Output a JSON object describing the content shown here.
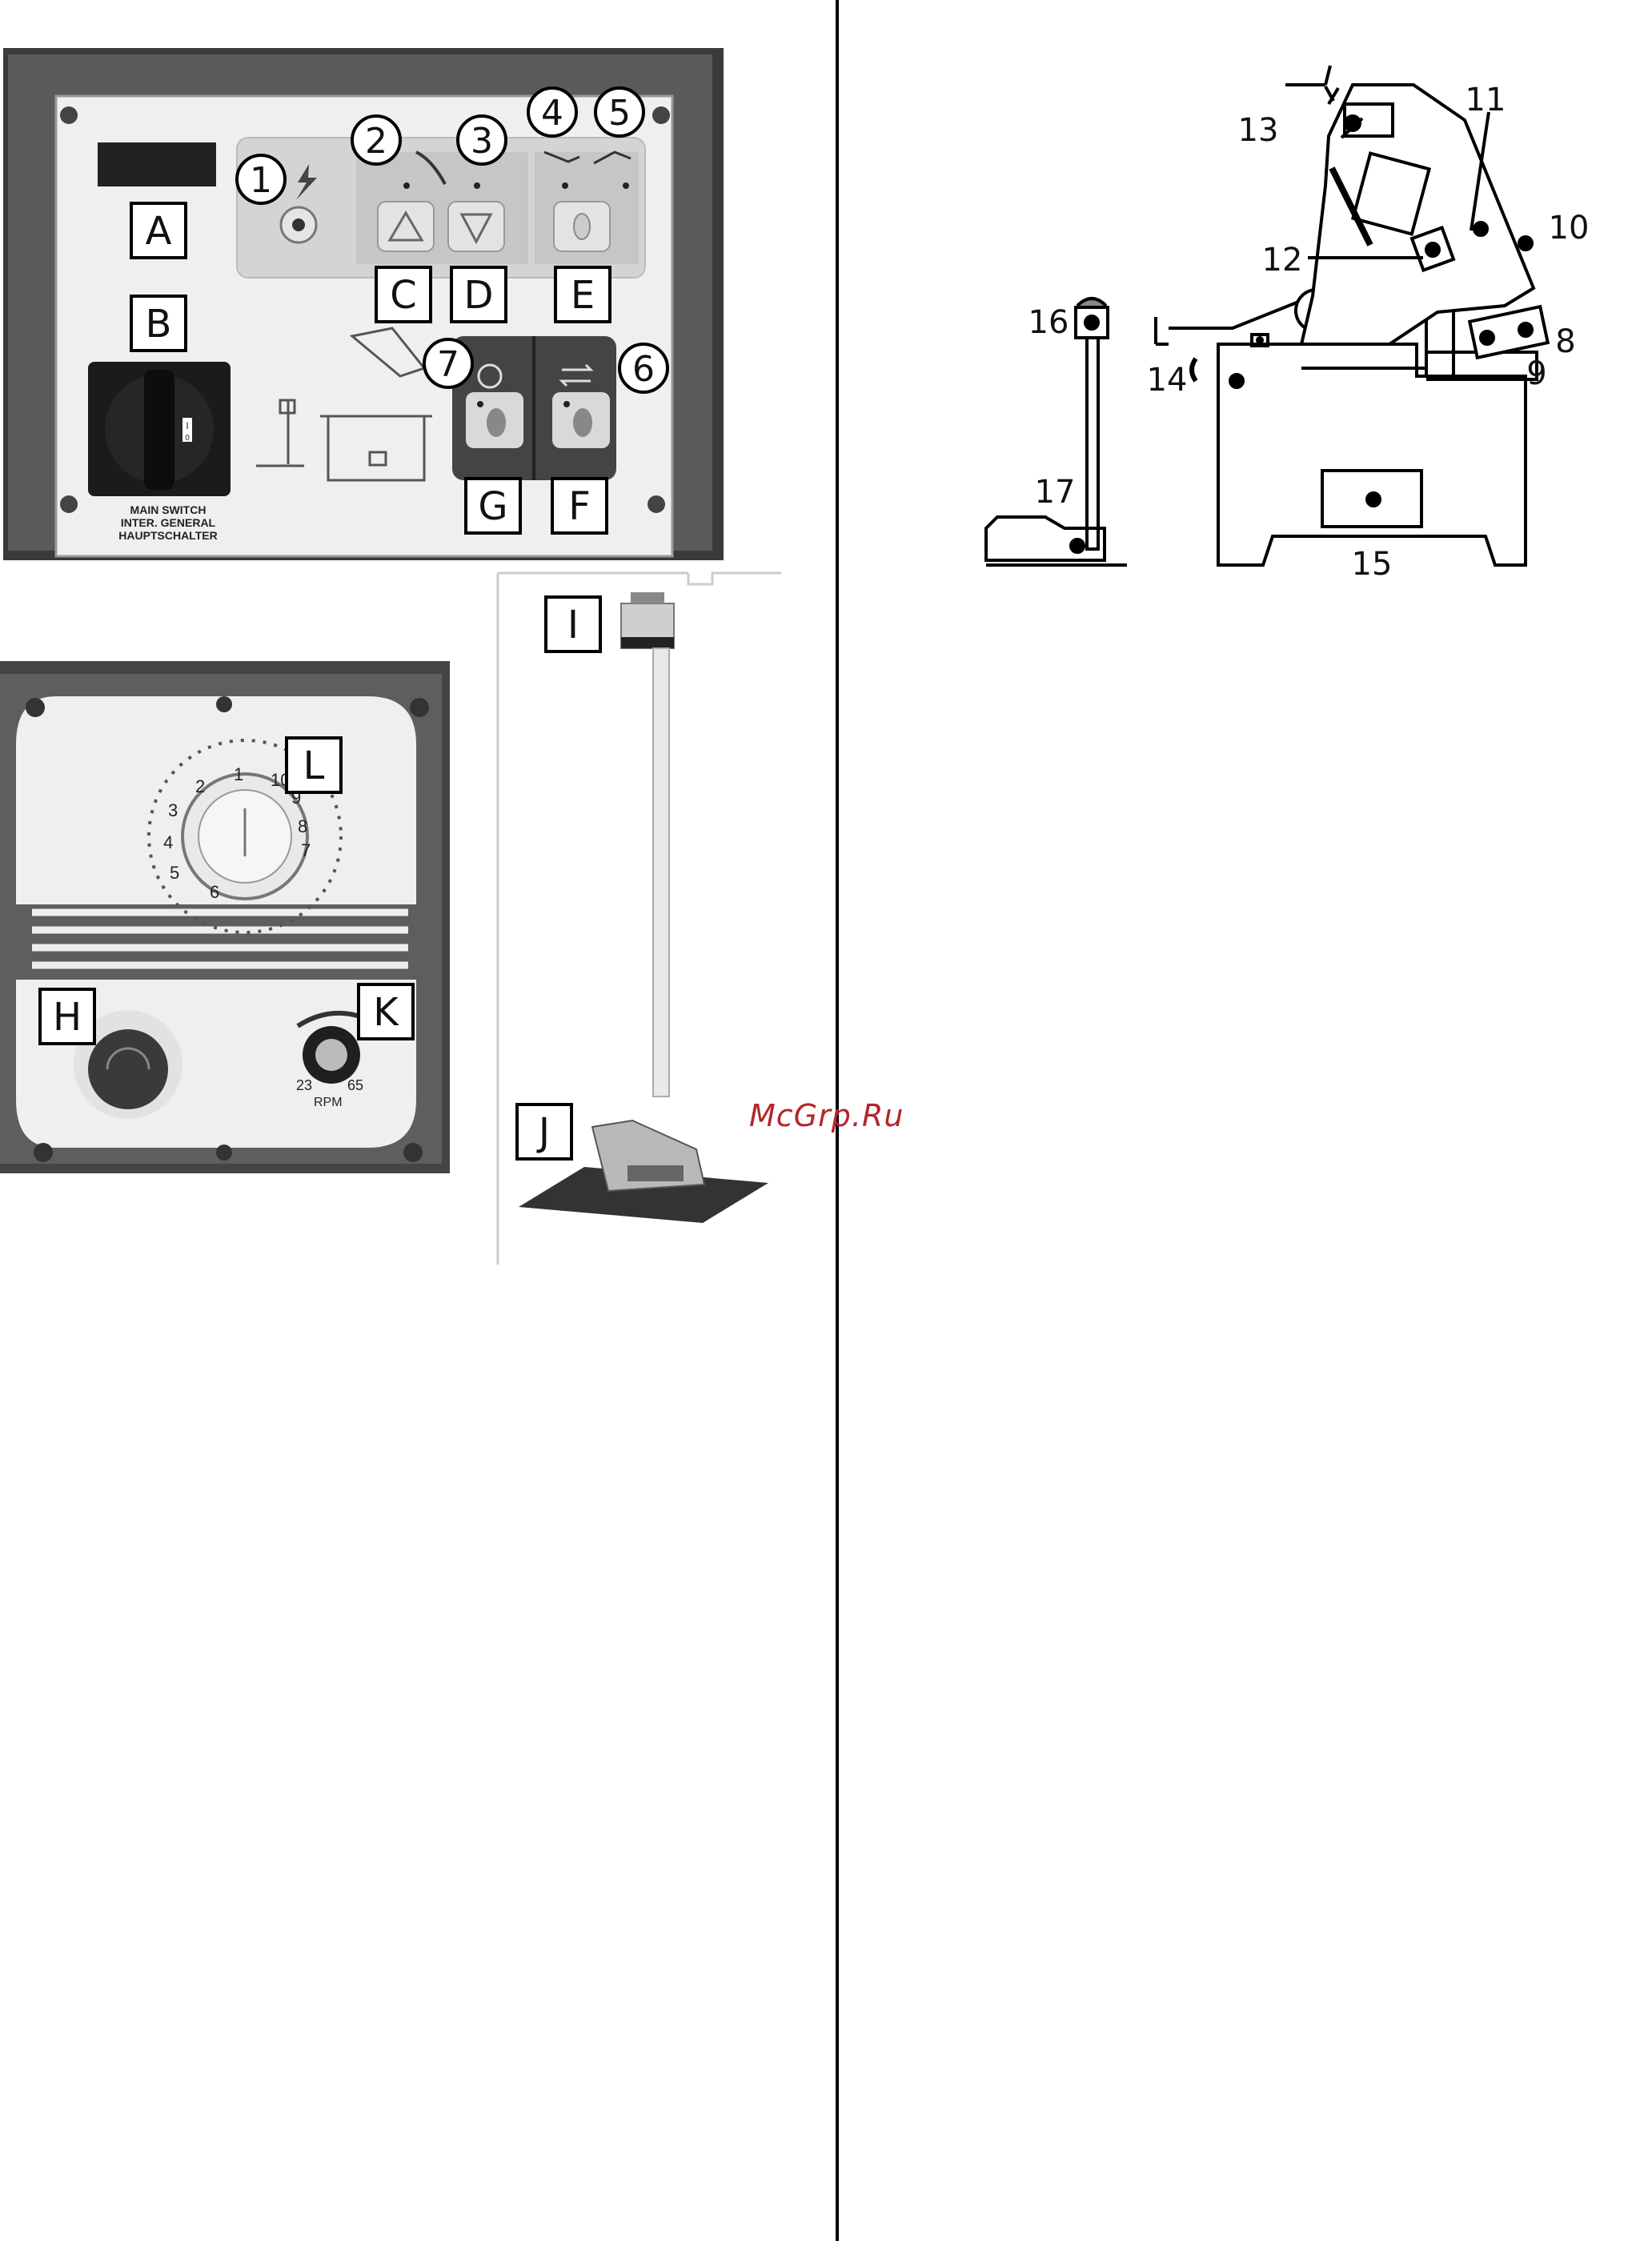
{
  "panel_top": {
    "letters": [
      "A",
      "B",
      "C",
      "D",
      "E",
      "F",
      "G"
    ],
    "numbers": [
      "1",
      "2",
      "3",
      "4",
      "5",
      "6",
      "7"
    ],
    "switch_text": [
      "MAIN SWITCH",
      "INTER. GENERAL",
      "HAUPTSCHALTER"
    ],
    "switch_mark_0": "0",
    "switch_mark_1": "I"
  },
  "panel_bottom": {
    "letters": [
      "H",
      "K",
      "L"
    ],
    "dial_digits": [
      "1",
      "0",
      "10",
      "9",
      "8",
      "7",
      "6",
      "5",
      "4",
      "3",
      "2"
    ],
    "knob_low": "23",
    "knob_high": "65",
    "knob_unit": "RPM"
  },
  "pedal_stand": {
    "letters": [
      "I",
      "J"
    ]
  },
  "saw_diagram": {
    "numbers": [
      "8",
      "9",
      "10",
      "11",
      "12",
      "13",
      "14",
      "15",
      "16",
      "17"
    ]
  },
  "watermark": "McGrp.Ru"
}
